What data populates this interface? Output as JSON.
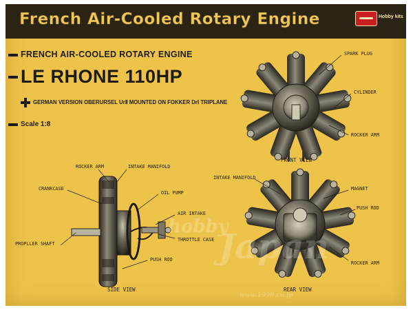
{
  "header": {
    "title": "French Air-Cooled Rotary Engine",
    "brand_logo": "Hasegawa",
    "brand_text": "Hobby kits"
  },
  "intro": {
    "subtitle": "FRENCH AIR-COOLED ROTARY ENGINE",
    "title": "LE RHONE 110HP",
    "version": "GERMAN VERSION OBERURSEL UrⅡ MOUNTED ON FOKKER DrⅠ TRIPLANE",
    "scale": "Scale 1:8"
  },
  "front_view": {
    "caption": "FRONT VIEW",
    "labels": {
      "spark_plug": "SPARK PLUG",
      "cylinder": "CYLINDER",
      "rocker_arm": "ROCKER ARM"
    }
  },
  "side_view": {
    "caption": "SIDE VIEW",
    "labels": {
      "rocker_arm": "ROCKER ARM",
      "intake_manifold": "INTAKE MANIFOLD",
      "crankcase": "CRANKCASE",
      "oil_pump": "OIL PUMP",
      "air_intake": "AIR INTAKE",
      "throttle_case": "THROTTLE CASE",
      "propeller_shaft": "PROPLLER SHAFT",
      "push_rod": "PUSH ROD"
    }
  },
  "rear_view": {
    "caption": "REAR VIEW",
    "labels": {
      "intake_manifold": "INTAKE MANIFOLD",
      "magnet": "MAGNET",
      "push_rod": "PUSH ROD",
      "rocker_arm": "ROCKER ARM"
    }
  },
  "watermark": {
    "line1": "hobby",
    "line2": "Japan",
    "line3": "www.1999.co.jp"
  },
  "colors": {
    "sheet": "#edc34a",
    "header_bar": "#2b2415",
    "ink": "#1d1a12",
    "header_text": "#f0c85a",
    "logo_red": "#c9201f"
  }
}
